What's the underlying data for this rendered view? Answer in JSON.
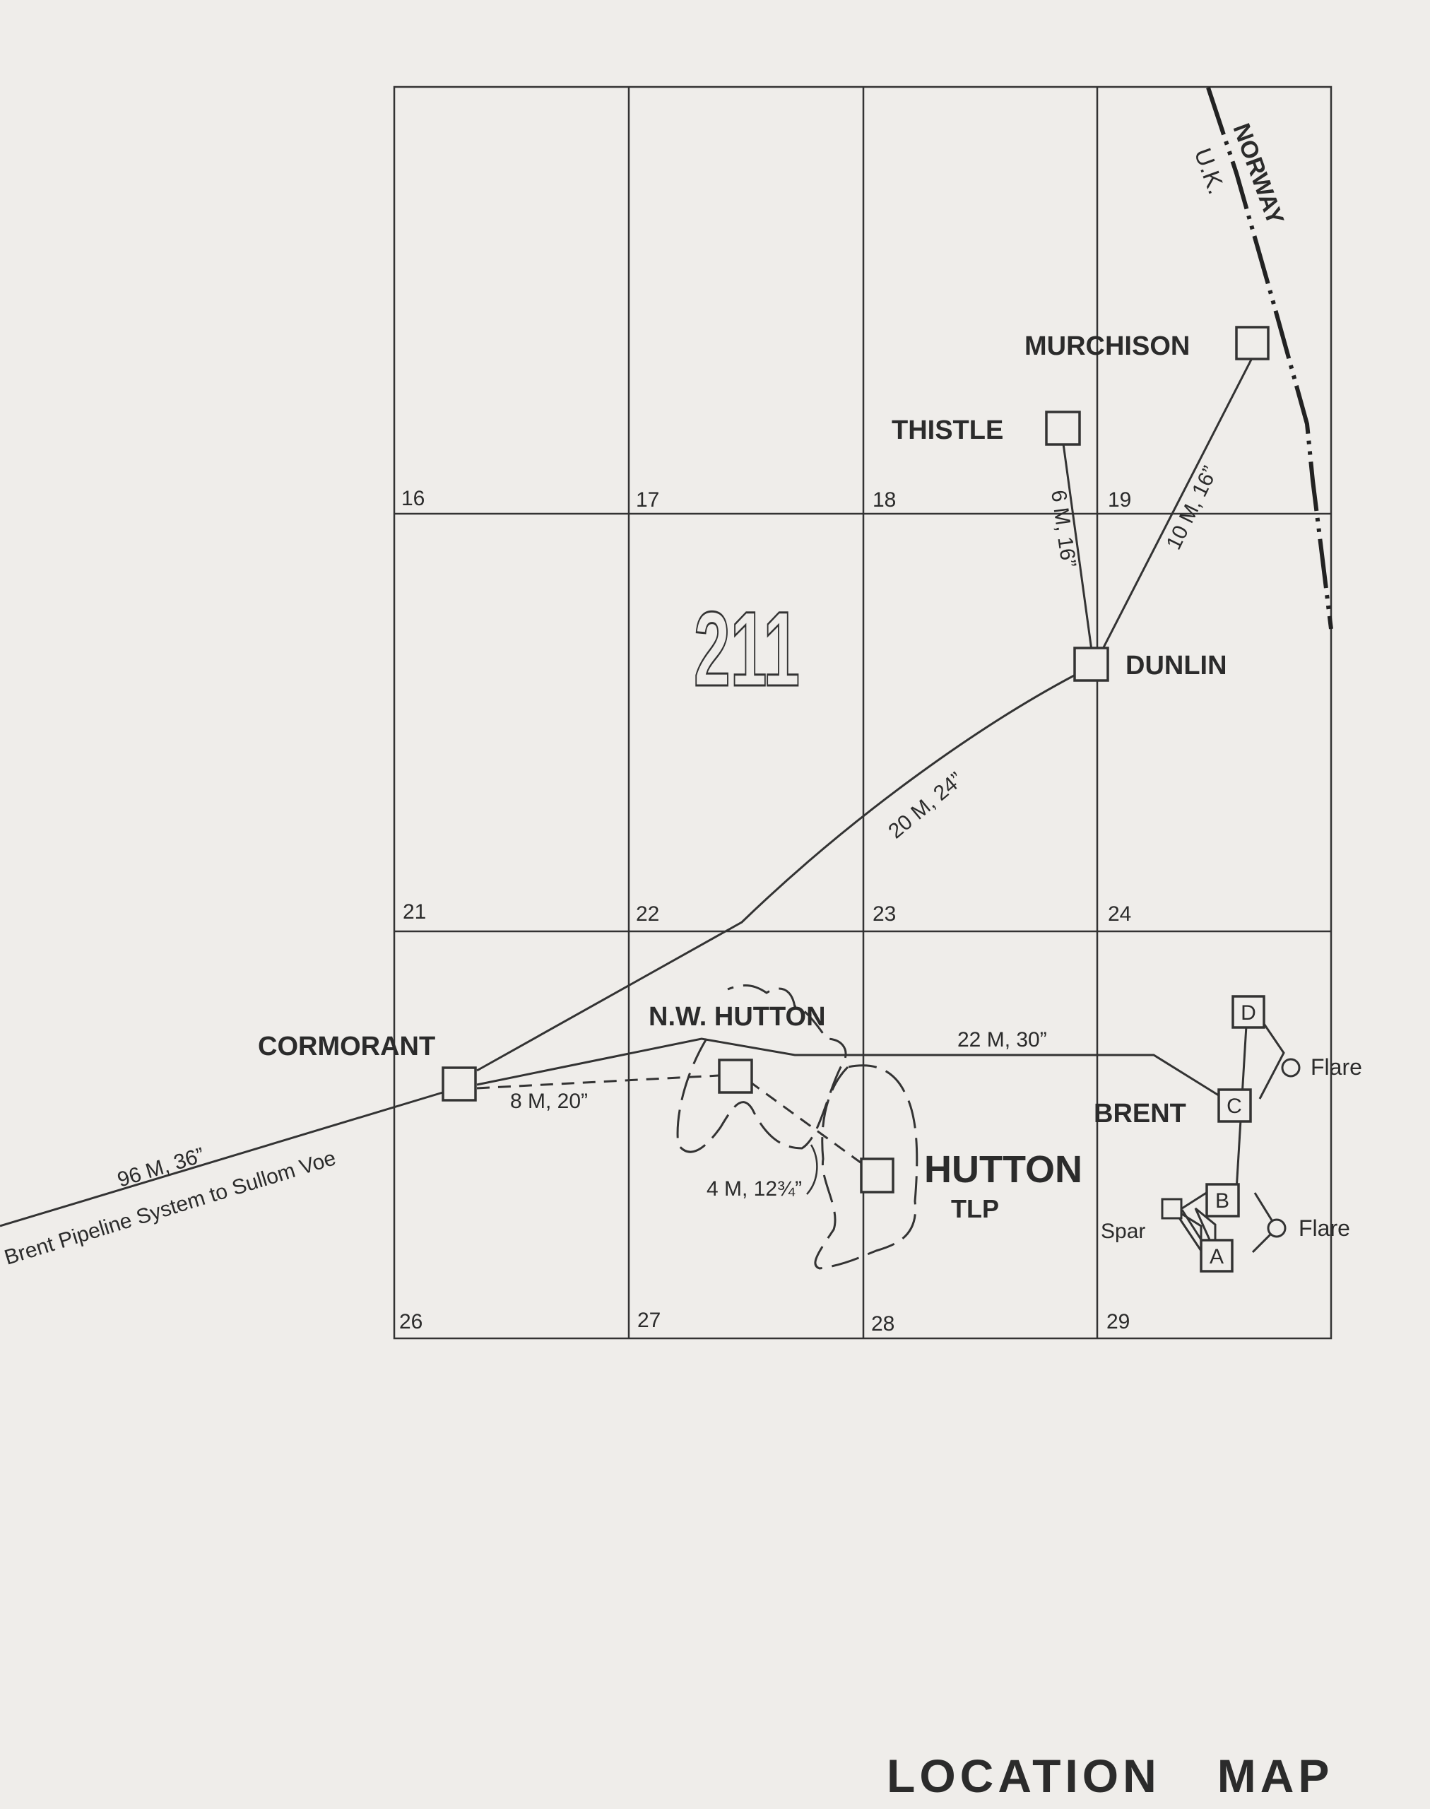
{
  "map": {
    "quadrant": "211",
    "blocks": [
      "16",
      "17",
      "18",
      "19",
      "21",
      "22",
      "23",
      "24",
      "26",
      "27",
      "28",
      "29"
    ],
    "border": {
      "north_label": "NORWAY",
      "south_label": "U.K."
    },
    "platforms": {
      "murchison": "MURCHISON",
      "thistle": "THISTLE",
      "dunlin": "DUNLIN",
      "cormorant": "CORMORANT",
      "nw_hutton": "N.W. HUTTON",
      "hutton": "HUTTON",
      "hutton_sub": "TLP",
      "brent": "BRENT",
      "brent_d": "D",
      "brent_c": "C",
      "brent_b": "B",
      "brent_a": "A",
      "spar": "Spar",
      "flare_upper": "Flare",
      "flare_lower": "Flare"
    },
    "pipelines": {
      "thistle_dunlin": "6 M, 16”",
      "murchison_dunlin": "10 M, 16”",
      "dunlin_cormorant": "20 M, 24”",
      "brent_cormorant": "22 M, 30”",
      "nwhutton_cormorant": "8 M, 20”",
      "hutton_nwhutton": "4 M, 12¾”",
      "export_size": "96 M, 36”",
      "export_name": "Brent Pipeline System to Sullom Voe"
    }
  },
  "title": {
    "word1": "LOCATION",
    "word2": "MAP"
  }
}
